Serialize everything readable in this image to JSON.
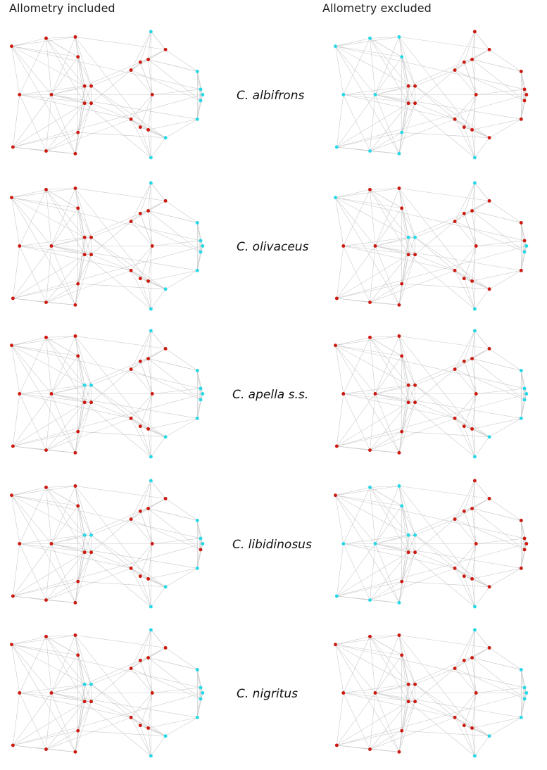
{
  "titles": {
    "left": "Allometry included",
    "right": "Allometry excluded"
  },
  "colors": {
    "increase": "#cc1a10",
    "decrease": "#27d8e6",
    "edge": "#c9c9c9"
  },
  "rows": [
    {
      "species": "C. albifrons",
      "included_red": [
        0,
        1,
        2,
        3,
        4,
        5,
        6,
        7,
        8,
        9,
        10,
        11,
        12,
        13,
        14,
        15,
        16,
        17,
        18,
        19,
        20,
        21
      ],
      "excluded_red": [
        10,
        11,
        12,
        13,
        14,
        15,
        16,
        17,
        18,
        19,
        20,
        21,
        22,
        23,
        24,
        25,
        26,
        27,
        28
      ]
    },
    {
      "species": "C. olivaceus",
      "included_red": [
        0,
        1,
        2,
        3,
        4,
        5,
        6,
        7,
        8,
        9,
        10,
        11,
        12,
        13,
        14,
        15,
        16,
        17,
        18,
        19,
        20,
        21
      ],
      "excluded_red": [
        1,
        2,
        3,
        4,
        5,
        6,
        7,
        8,
        9,
        12,
        13,
        14,
        15,
        16,
        17,
        18,
        19,
        20,
        21,
        22,
        23,
        24,
        25
      ]
    },
    {
      "species": "C. apella s.s.",
      "included_red": [
        0,
        1,
        2,
        3,
        4,
        5,
        6,
        7,
        8,
        9,
        12,
        13,
        14,
        15,
        16,
        17,
        18,
        19,
        20,
        21
      ],
      "excluded_red": [
        0,
        1,
        2,
        3,
        4,
        5,
        6,
        7,
        8,
        9,
        10,
        11,
        12,
        13,
        14,
        15,
        16,
        17,
        18,
        19,
        20,
        21
      ]
    },
    {
      "species": "C. libidinosus",
      "included_red": [
        0,
        1,
        2,
        3,
        4,
        5,
        6,
        7,
        8,
        9,
        12,
        13,
        14,
        15,
        16,
        17,
        18,
        19,
        20,
        21,
        27
      ],
      "excluded_red": [
        0,
        9,
        12,
        13,
        14,
        15,
        16,
        17,
        18,
        19,
        20,
        21,
        22,
        23,
        24,
        25,
        26,
        27,
        28
      ]
    },
    {
      "species": "C. nigritus",
      "included_red": [
        0,
        1,
        2,
        3,
        4,
        5,
        6,
        7,
        8,
        9,
        12,
        13,
        14,
        15,
        16,
        17,
        18,
        19,
        20,
        21
      ],
      "excluded_red": [
        0,
        1,
        2,
        3,
        4,
        5,
        6,
        7,
        8,
        9,
        10,
        11,
        12,
        13,
        14,
        15,
        16,
        17,
        18,
        19,
        20,
        21
      ]
    }
  ]
}
